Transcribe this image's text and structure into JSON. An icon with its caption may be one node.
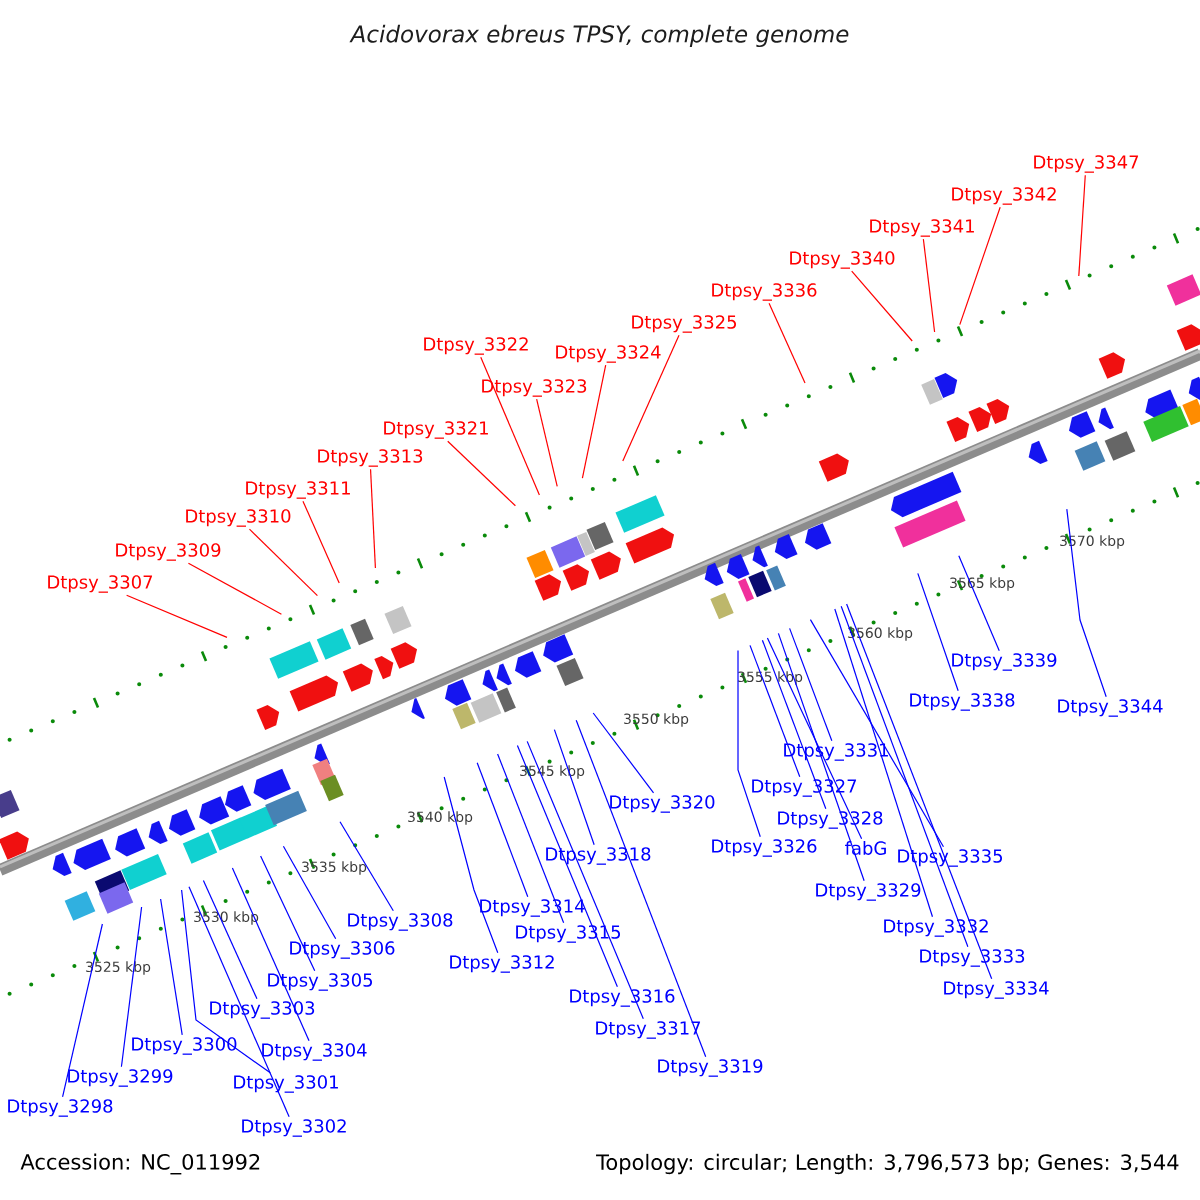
{
  "diagram": {
    "title": "Acidovorax ebreus TPSY, complete genome",
    "nodes": [
      {
        "text": [
          "Dtpsy_3307"
        ]
      },
      {
        "text": [
          "Dtpsy_3309"
        ]
      },
      {
        "text": [
          "Dtpsy_3310"
        ]
      },
      {
        "text": [
          "Dtpsy_3311"
        ]
      },
      {
        "text": [
          "Dtpsy_3313"
        ]
      },
      {
        "text": [
          "Dtpsy_3321"
        ]
      },
      {
        "text": [
          "Dtpsy_3322"
        ]
      },
      {
        "text": [
          "Dtpsy_3323"
        ]
      },
      {
        "text": [
          "Dtpsy_3324"
        ]
      },
      {
        "text": [
          "Dtpsy_3325"
        ]
      },
      {
        "text": [
          "Dtpsy_3336"
        ]
      },
      {
        "text": [
          "Dtpsy_3340"
        ]
      },
      {
        "text": [
          "Dtpsy_3341"
        ]
      },
      {
        "text": [
          "Dtpsy_3342"
        ]
      },
      {
        "text": [
          "Dtpsy_3347"
        ]
      },
      {
        "text": [
          "Dtpsy_3298"
        ]
      },
      {
        "text": [
          "Dtpsy_3299"
        ]
      },
      {
        "text": [
          "Dtpsy_3300"
        ]
      },
      {
        "text": [
          "Dtpsy_3301"
        ]
      },
      {
        "text": [
          "Dtpsy_3302"
        ]
      },
      {
        "text": [
          "Dtpsy_3303"
        ]
      },
      {
        "text": [
          "Dtpsy_3304"
        ]
      },
      {
        "text": [
          "Dtpsy_3305"
        ]
      },
      {
        "text": [
          "Dtpsy_3306"
        ]
      },
      {
        "text": [
          "Dtpsy_3308"
        ]
      },
      {
        "text": [
          "Dtpsy_3312"
        ]
      },
      {
        "text": [
          "Dtpsy_3314"
        ]
      },
      {
        "text": [
          "Dtpsy_3315"
        ]
      },
      {
        "text": [
          "Dtpsy_3316"
        ]
      },
      {
        "text": [
          "Dtpsy_3317"
        ]
      },
      {
        "text": [
          "Dtpsy_3318"
        ]
      },
      {
        "text": [
          "Dtpsy_3319"
        ]
      },
      {
        "text": [
          "Dtpsy_3320"
        ]
      },
      {
        "text": [
          "Dtpsy_3326"
        ]
      },
      {
        "text": [
          "Dtpsy_3327"
        ]
      },
      {
        "text": [
          "Dtpsy_3328"
        ]
      },
      {
        "text": [
          "fabG"
        ]
      },
      {
        "text": [
          "Dtpsy_3329"
        ]
      },
      {
        "text": [
          "Dtpsy_3331"
        ]
      },
      {
        "text": [
          "Dtpsy_3332"
        ]
      },
      {
        "text": [
          "Dtpsy_3333"
        ]
      },
      {
        "text": [
          "Dtpsy_3334"
        ]
      },
      {
        "text": [
          "Dtpsy_3335"
        ]
      },
      {
        "text": [
          "Dtpsy_3338"
        ]
      },
      {
        "text": [
          "Dtpsy_3339"
        ]
      },
      {
        "text": [
          "Dtpsy_3344"
        ]
      }
    ],
    "edges": [
      {
        "from": 0,
        "to": null,
        "arrow": "none",
        "color": "#ff0000"
      },
      {
        "from": 1,
        "to": null,
        "arrow": "none",
        "color": "#ff0000"
      },
      {
        "from": 2,
        "to": null,
        "arrow": "none",
        "color": "#ff0000"
      },
      {
        "from": 3,
        "to": null,
        "arrow": "none",
        "color": "#ff0000"
      },
      {
        "from": 4,
        "to": null,
        "arrow": "none",
        "color": "#ff0000"
      },
      {
        "from": 5,
        "to": null,
        "arrow": "none",
        "color": "#ff0000"
      },
      {
        "from": 6,
        "to": null,
        "arrow": "none",
        "color": "#ff0000"
      },
      {
        "from": 7,
        "to": null,
        "arrow": "none",
        "color": "#ff0000"
      },
      {
        "from": 8,
        "to": null,
        "arrow": "none",
        "color": "#ff0000"
      },
      {
        "from": 9,
        "to": null,
        "arrow": "none",
        "color": "#ff0000"
      },
      {
        "from": 10,
        "to": null,
        "arrow": "none",
        "color": "#ff0000"
      },
      {
        "from": 11,
        "to": null,
        "arrow": "none",
        "color": "#ff0000"
      },
      {
        "from": 12,
        "to": null,
        "arrow": "none",
        "color": "#ff0000"
      },
      {
        "from": 13,
        "to": null,
        "arrow": "none",
        "color": "#ff0000"
      },
      {
        "from": 14,
        "to": null,
        "arrow": "none",
        "color": "#ff0000"
      },
      {
        "from": 15,
        "to": null,
        "arrow": "none"
      },
      {
        "from": 16,
        "to": null,
        "arrow": "none"
      },
      {
        "from": 17,
        "to": null,
        "arrow": "none"
      },
      {
        "from": 18,
        "to": null,
        "arrow": "none"
      },
      {
        "from": 19,
        "to": null,
        "arrow": "none"
      },
      {
        "from": 20,
        "to": null,
        "arrow": "none"
      },
      {
        "from": 21,
        "to": null,
        "arrow": "none"
      },
      {
        "from": 22,
        "to": null,
        "arrow": "none"
      },
      {
        "from": 23,
        "to": null,
        "arrow": "none"
      },
      {
        "from": 24,
        "to": null,
        "arrow": "none"
      },
      {
        "from": 25,
        "to": null,
        "arrow": "none"
      },
      {
        "from": 26,
        "to": null,
        "arrow": "none"
      },
      {
        "from": 27,
        "to": null,
        "arrow": "none"
      },
      {
        "from": 28,
        "to": null,
        "arrow": "none"
      },
      {
        "from": 29,
        "to": null,
        "arrow": "none"
      },
      {
        "from": 30,
        "to": null,
        "arrow": "none"
      },
      {
        "from": 31,
        "to": null,
        "arrow": "none"
      },
      {
        "from": 32,
        "to": null,
        "arrow": "none"
      },
      {
        "from": 33,
        "to": null,
        "arrow": "none"
      },
      {
        "from": 34,
        "to": null,
        "arrow": "none"
      },
      {
        "from": 35,
        "to": null,
        "arrow": "none"
      },
      {
        "from": 36,
        "to": null,
        "arrow": "none"
      },
      {
        "from": 37,
        "to": null,
        "arrow": "none"
      },
      {
        "from": 38,
        "to": null,
        "arrow": "none"
      },
      {
        "from": 39,
        "to": null,
        "arrow": "none"
      },
      {
        "from": 40,
        "to": null,
        "arrow": "none"
      },
      {
        "from": 41,
        "to": null,
        "arrow": "none"
      },
      {
        "from": 42,
        "to": null,
        "arrow": "none"
      },
      {
        "from": 43,
        "to": null,
        "arrow": "none"
      },
      {
        "from": 44,
        "to": null,
        "arrow": "none"
      },
      {
        "from": 45,
        "to": null,
        "arrow": "none"
      }
    ],
    "labels": [
      "3525 kbp",
      "3530 kbp",
      "3535 kbp",
      "3540 kbp",
      "3545 kbp",
      "3550 kbp",
      "3555 kbp",
      "3560 kbp",
      "3565 kbp",
      "3570 kbp",
      "Accession: NC_011992",
      "Topology: circular; Length: 3,796,573 bp; Genes: 3,544"
    ]
  }
}
